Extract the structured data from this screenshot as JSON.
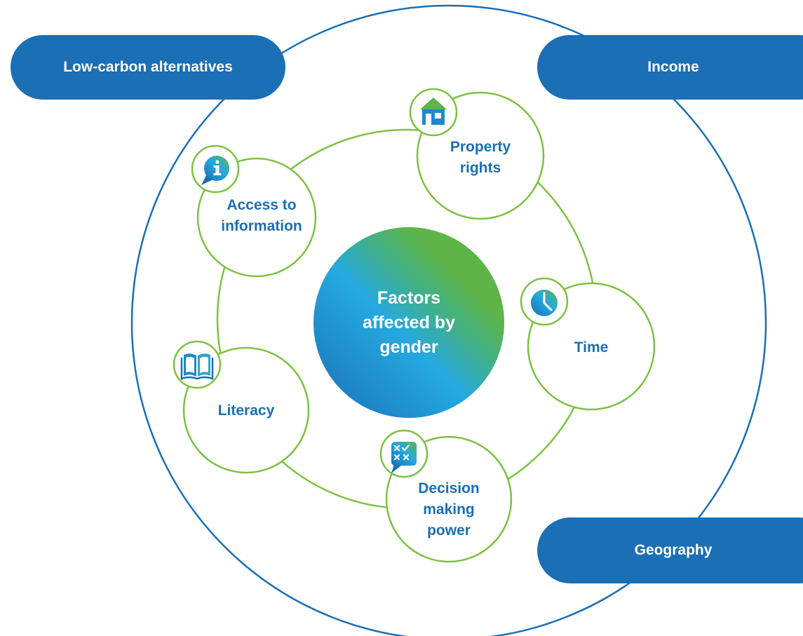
{
  "colors": {
    "primary_blue": "#1a6fb5",
    "ring_green": "#7cc242",
    "gradient_blue": "#1f8fd8",
    "gradient_light": "#25a9e0",
    "gradient_green": "#5db548"
  },
  "outer_labels": {
    "top_left": "Low-carbon alternatives",
    "top_right": "Income",
    "bottom_right": "Geography"
  },
  "center": {
    "label": "Factors\naffected by\ngender"
  },
  "factors": [
    {
      "label": "Property\nrights",
      "icon": "house-icon"
    },
    {
      "label": "Access to\ninformation",
      "icon": "info-speech-bubble-icon"
    },
    {
      "label": "Time",
      "icon": "clock-icon"
    },
    {
      "label": "Literacy",
      "icon": "open-book-icon"
    },
    {
      "label": "Decision\nmaking\npower",
      "icon": "decision-chat-icon"
    }
  ]
}
